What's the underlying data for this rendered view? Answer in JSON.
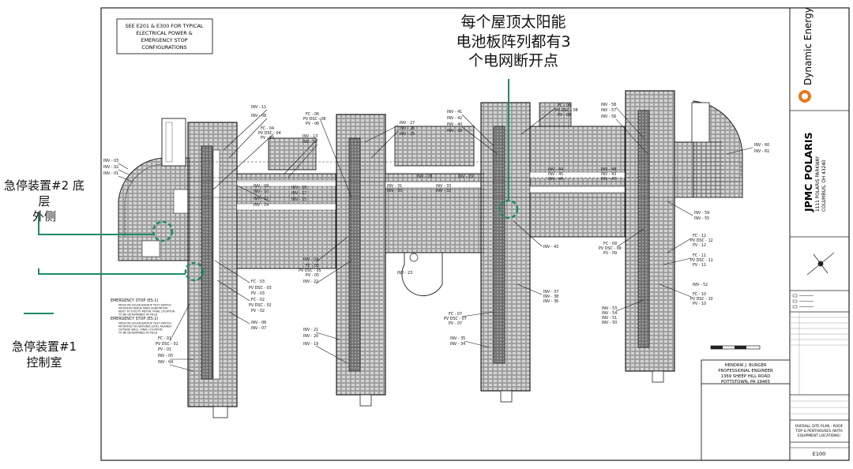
{
  "annotations": {
    "top_line1": "每个屋顶太阳能",
    "top_line2": "电池板阵列都有3",
    "top_line3": "个电网断开点",
    "estop2_line1": "急停装置#2 底层",
    "estop2_line2": "外侧",
    "estop1_line1": "急停装置#1",
    "estop1_line2": "控制室"
  },
  "notes": {
    "see_line1": "SEE E201 & E300 FOR TYPICAL",
    "see_line2": "ELECTRICAL POWER &",
    "see_line3": "EMERGENCY STOP",
    "see_line4": "CONFIGURATIONS"
  },
  "estop": {
    "es1_title": "EMERGENCY STOP (ES-1)",
    "es1_sub1": "MUSH PB SOLAR BACKUP TEST SWITCH",
    "es1_sub2": "MOUNTED INSIDE MAIN SUBSTATION",
    "es1_sub3": "NEXT TO UTILITY METER. FINAL LOCATION",
    "es1_sub4": "TO BE DETERMINED IN FIELD",
    "es2_title": "EMERGENCY STOP (ES-2)",
    "es2_sub1": "MUSH PB SOLAR BACKUP TEST SWITCH",
    "es2_sub2": "MOUNTED ON GROUND LEVEL AGAINST",
    "es2_sub3": "OUTSIDE WALL. FINAL LOCATION",
    "es2_sub4": "TO BE DETERMINED IN FIELD"
  },
  "engineer": {
    "name": "HENDRIK J. BURGER",
    "title": "PROFESSIONAL ENGINEER",
    "address": "1369 SHEEP HILL ROAD",
    "city": "POTTSTOWN, PA 19465"
  },
  "titleblock": {
    "company": "Dynamic Energy",
    "project": "JPMC POLARIS",
    "address_line": "1111 POLARIS PARKWAY",
    "city_line": "COLUMBUS, OH 43240",
    "sheet_title_1": "OVERALL SITE PLAN - ROOF",
    "sheet_title_2": "TOP & PENTHOUSES (WITH",
    "sheet_title_3": "EQUIPMENT LOCATIONS)",
    "sheet_number": "E100"
  },
  "labels": {
    "inv01": "INV - 01",
    "inv02": "INV - 02",
    "inv03": "INV - 03",
    "inv04": "INV - 04",
    "inv05": "INV - 05",
    "inv06": "INV - 06",
    "inv07": "INV - 07",
    "inv08": "INV - 08",
    "inv09": "INV - 09",
    "inv10": "INV - 10",
    "inv11": "INV - 11",
    "inv12": "INV - 12",
    "inv13": "INV - 13",
    "inv14": "INV - 14",
    "inv15": "INV - 15",
    "inv16": "INV - 16",
    "inv17": "INV - 17",
    "inv18": "INV - 18",
    "inv19": "INV - 19",
    "inv20": "INV - 20",
    "inv21": "INV - 21",
    "inv22": "INV - 22",
    "inv23": "INV - 23",
    "inv24": "INV - 24",
    "inv25": "INV - 25",
    "inv26": "INV - 26",
    "inv27": "INV - 27",
    "inv28": "INV - 28",
    "inv29": "INV - 29",
    "inv30": "INV - 30",
    "inv31": "INV - 31",
    "inv32": "INV - 32",
    "inv33": "INV - 33",
    "inv34": "INV - 34",
    "inv35": "INV - 35",
    "inv36": "INV - 36",
    "inv37": "INV - 37",
    "inv38": "INV - 38",
    "inv39": "INV - 39",
    "inv40": "INV - 40",
    "inv41": "INV - 41",
    "inv42": "INV - 42",
    "inv43": "INV - 43",
    "inv44": "INV - 44",
    "inv45": "INV - 45",
    "inv46": "INV - 46",
    "inv47": "INV - 47",
    "inv48": "INV - 48",
    "inv50": "INV - 50",
    "inv51": "INV - 51",
    "inv52": "INV - 52",
    "inv53": "INV - 53",
    "inv54": "INV - 54",
    "inv55": "INV - 55",
    "inv56": "INV - 56",
    "inv57": "INV - 57",
    "inv58": "INV - 58",
    "inv59": "INV - 59",
    "inv60": "INV - 60",
    "inv61": "INV - 61",
    "fc01": "FC - 01",
    "pvdsc01": "PV DSC - 01",
    "pv01": "PV - 01",
    "fc02": "FC - 02",
    "pvdsc02": "PV DSC - 02",
    "pv02": "PV - 02",
    "fc03": "FC - 03",
    "pvdsc03": "PV DSC - 03",
    "pv03": "PV - 03",
    "fc04": "FC - 04",
    "pvdsc04": "PV DSC - 04",
    "pv04": "PV - 04",
    "fc05": "FC - 05",
    "pvdsc05": "PV DSC - 05",
    "pv05": "PV - 05",
    "fc06": "FC - 06",
    "pvdsc06": "PV DSC - 06",
    "pv06": "PV - 06",
    "fc07": "FC - 07",
    "pvdsc07": "PV DSC - 07",
    "pv07": "PV - 07",
    "fc08": "FC - 08",
    "pvdsc08": "PV DSC - 08",
    "pv08": "PV - 08",
    "fc09": "FC - 09",
    "pvdsc09": "PV DSC - 09",
    "pv09": "PV - 09",
    "fc10": "FC - 10",
    "pvdsc10": "PV DSC - 10",
    "pv10": "PV - 10",
    "fc11": "FC - 11",
    "pvdsc11": "PV DSC - 11",
    "pv11": "PV - 11",
    "fc12": "FC - 12",
    "pvdsc12": "PV DSC - 12",
    "pv12": "PV - 12"
  },
  "colors": {
    "callout_green": "#1f8a6a",
    "line_black": "#111111",
    "panel_fill": "#cfcfcf",
    "logo_orange": "#e8761c"
  }
}
